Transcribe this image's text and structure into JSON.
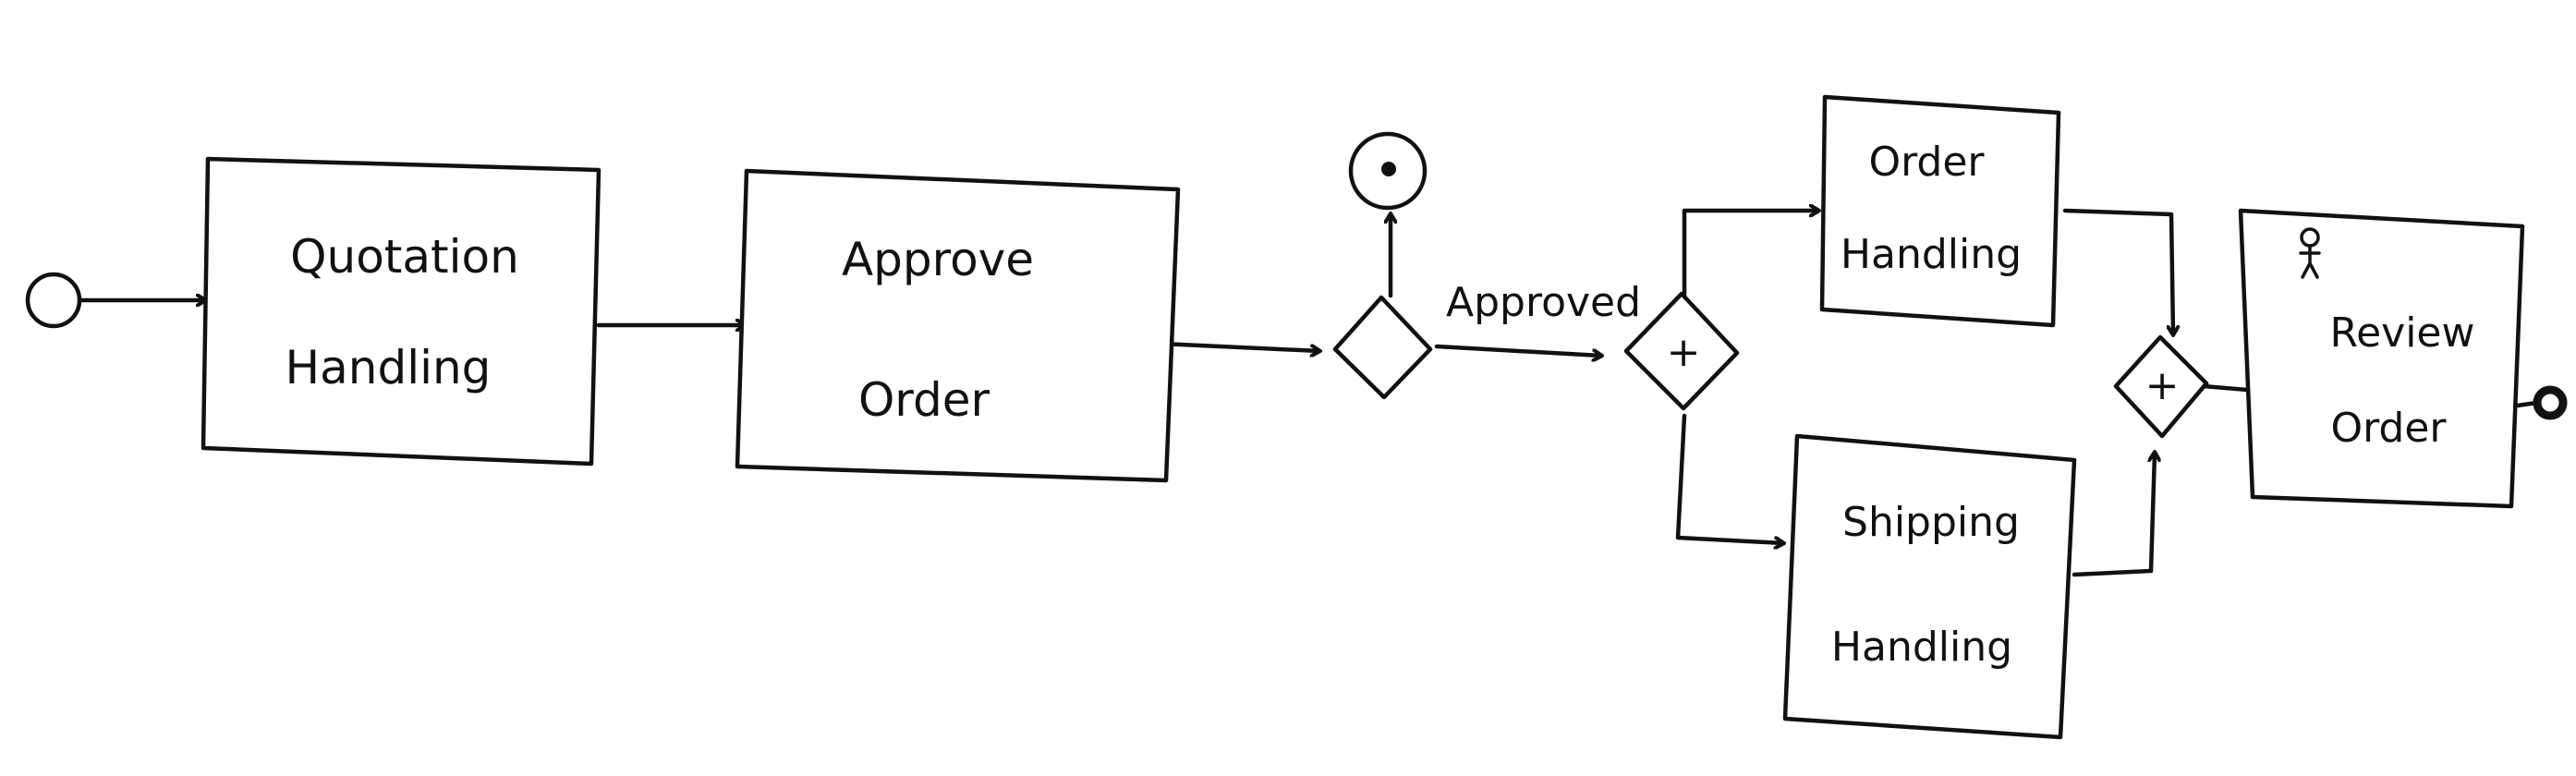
{
  "diagram": {
    "tasks": [
      {
        "id": "quotation",
        "lines": [
          "Quotation",
          "Handling"
        ]
      },
      {
        "id": "approve",
        "lines": [
          "Approve",
          "Order"
        ]
      },
      {
        "id": "order",
        "lines": [
          "Order",
          "Handling"
        ]
      },
      {
        "id": "shipping",
        "lines": [
          "Shipping",
          "Handling"
        ]
      },
      {
        "id": "review",
        "lines": [
          "Review",
          "Order"
        ]
      }
    ],
    "gateways": [
      {
        "id": "exclusive",
        "type": "exclusive"
      },
      {
        "id": "parallel-split",
        "type": "parallel",
        "symbol": "+"
      },
      {
        "id": "parallel-join",
        "type": "parallel",
        "symbol": "+"
      }
    ],
    "edge_labels": {
      "approved": "Approved"
    },
    "events": [
      "start",
      "intermediate-end",
      "end"
    ],
    "stroke_color": "#111111",
    "background_color": "#ffffff"
  }
}
